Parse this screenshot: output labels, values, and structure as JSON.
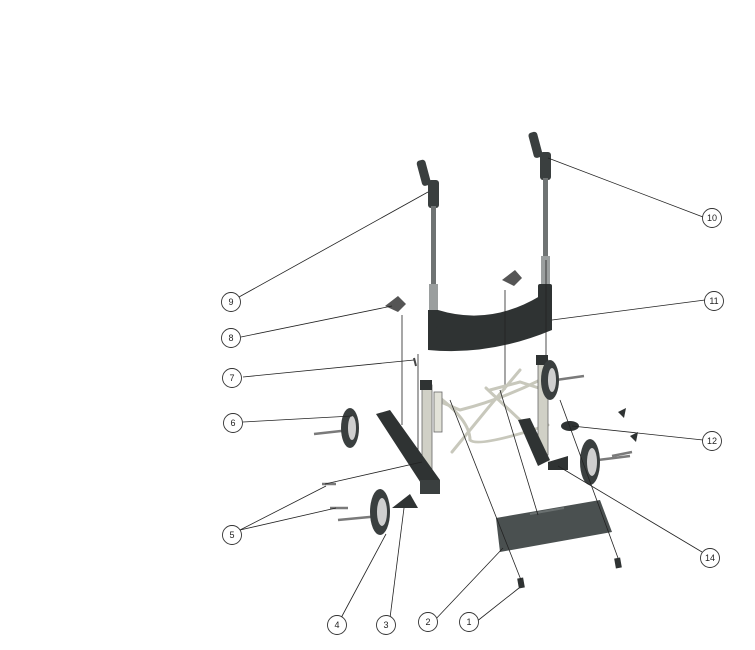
{
  "callouts": [
    {
      "id": "c1",
      "label": "1"
    },
    {
      "id": "c2",
      "label": "2"
    },
    {
      "id": "c3",
      "label": "3"
    },
    {
      "id": "c4",
      "label": "4"
    },
    {
      "id": "c5",
      "label": "5"
    },
    {
      "id": "c6",
      "label": "6"
    },
    {
      "id": "c7",
      "label": "7"
    },
    {
      "id": "c8",
      "label": "8"
    },
    {
      "id": "c9",
      "label": "9"
    },
    {
      "id": "c10",
      "label": "10"
    },
    {
      "id": "c11",
      "label": "11"
    },
    {
      "id": "c12",
      "label": "12"
    },
    {
      "id": "c14",
      "label": "14"
    }
  ],
  "colors": {
    "seat_belt": "#2f3333",
    "frame": "#c8c8bc",
    "tray": "#4a5050",
    "wheel": "#3a3f3f"
  }
}
